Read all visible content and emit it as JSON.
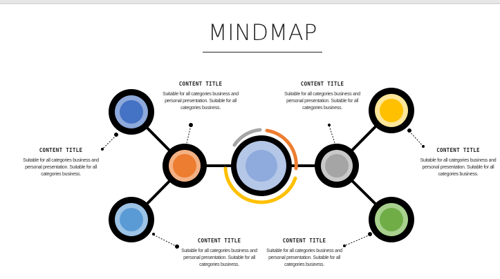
{
  "title": "MINDMAP",
  "colors": {
    "blue": "#4472c4",
    "blue_light": "#8ea9db",
    "orange": "#ed7d31",
    "orange_light": "#f4b183",
    "gray": "#a5a5a5",
    "gray_light": "#c9c9c9",
    "yellow": "#ffc000",
    "yellow_light": "#ffe699",
    "sky": "#5b9bd5",
    "sky_light": "#9dc3e6",
    "green": "#70ad47",
    "green_light": "#a9d18e",
    "center": "#8faadc",
    "center_light": "#b4c7e7"
  },
  "labels": [
    {
      "title": "CONTENT TITLE",
      "body": "Suitable for all categories business and personal presentation. Suitable for all categories business."
    },
    {
      "title": "CONTENT TITLE",
      "body": "Suitable for all categories business and personal presentation. Suitable for all categories business."
    },
    {
      "title": "CONTENT TITLE",
      "body": "Suitable for all categories business and personal presentation. Suitable for all categories business."
    },
    {
      "title": "CONTENT TITLE",
      "body": "Suitable for all categories business and personal presentation. Suitable for all categories business."
    },
    {
      "title": "CONTENT TITLE",
      "body": "Suitable for all categories business and personal presentation. Suitable for all categories business."
    },
    {
      "title": "CONTENT TITLE",
      "body": "Suitable for all categories business and personal presentation. Suitable for all categories business."
    }
  ]
}
